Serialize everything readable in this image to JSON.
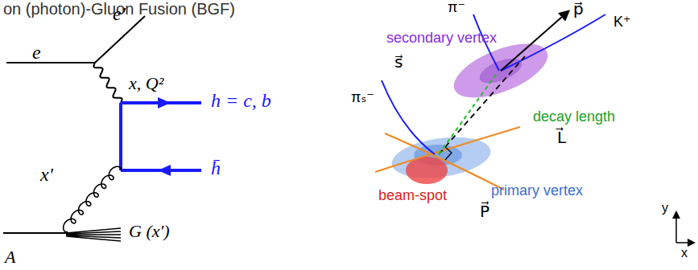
{
  "diagram": {
    "labels": [
      "on (photon)-Gluon Fusion (BGF)",
      "e",
      "e'",
      "x, Q²",
      "h = c, b",
      "h̄",
      "x'",
      "G (x')",
      "A",
      "π⁻",
      "p⃗",
      "K⁺",
      "secondary vertex",
      "s⃗",
      "πₛ⁻",
      "decay length",
      "L⃗",
      "beam-spot",
      "primary vertex",
      "P⃗",
      "y",
      "x"
    ]
  }
}
